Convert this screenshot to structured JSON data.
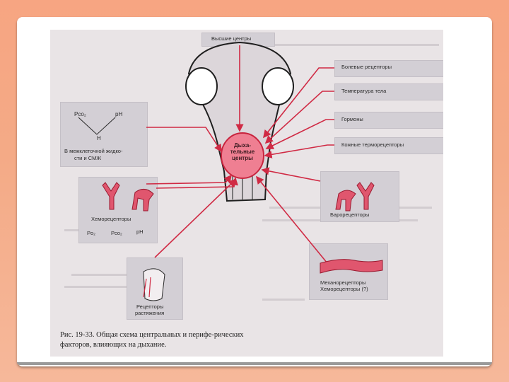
{
  "labels": {
    "higher_centers": "Высшие центры",
    "pain_receptors": "Болевые рецепторы",
    "body_temperature": "Температура тела",
    "hormones": "Гормоны",
    "skin_thermoreceptors": "Кожные терморецепторы",
    "pco2": "Pco₂",
    "ph": "pH",
    "h": "H",
    "interstitial_fluid_1": "В межклеточной жидко-",
    "interstitial_fluid_2": "сти и СМЖ",
    "chemoreceptors": "Хеморецепторы",
    "po2": "Po₂",
    "pco2_b": "Pco₂",
    "ph_b": "pH",
    "baroreceptors": "Барорецепторы",
    "respiratory_centers_1": "Дыха-",
    "respiratory_centers_2": "тельные",
    "respiratory_centers_3": "центры",
    "mechanoreceptors": "Механорецепторы",
    "chemoreceptors_q": "Хеморецепторы (?)",
    "stretch_receptors_1": "Рецепторы",
    "stretch_receptors_2": "растяжения"
  },
  "caption": "Рис. 19-33. Общая схема центральных и перифе-рических факторов, влияющих на дыхание.",
  "colors": {
    "arrow": "#d02a44",
    "center_fill": "#ef7f92",
    "slide_bg": "#f7a582"
  }
}
